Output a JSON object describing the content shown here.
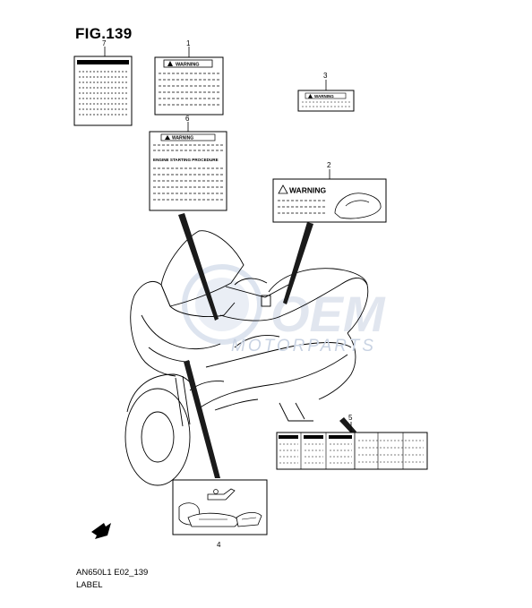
{
  "figure": {
    "title": "FIG.139",
    "code": "AN650L1 E02_139",
    "caption": "LABEL"
  },
  "callouts": [
    "1",
    "2",
    "3",
    "4",
    "5",
    "6",
    "7"
  ],
  "labels": {
    "warning_text": "WARNING",
    "procedure_heading": "ENGINE STARTING PROCEDURE"
  },
  "watermark": {
    "text": "MOTORPARTS"
  },
  "colors": {
    "line": "#000000",
    "pointer": "#1a1a1a",
    "watermark": "#c9d3e3"
  }
}
